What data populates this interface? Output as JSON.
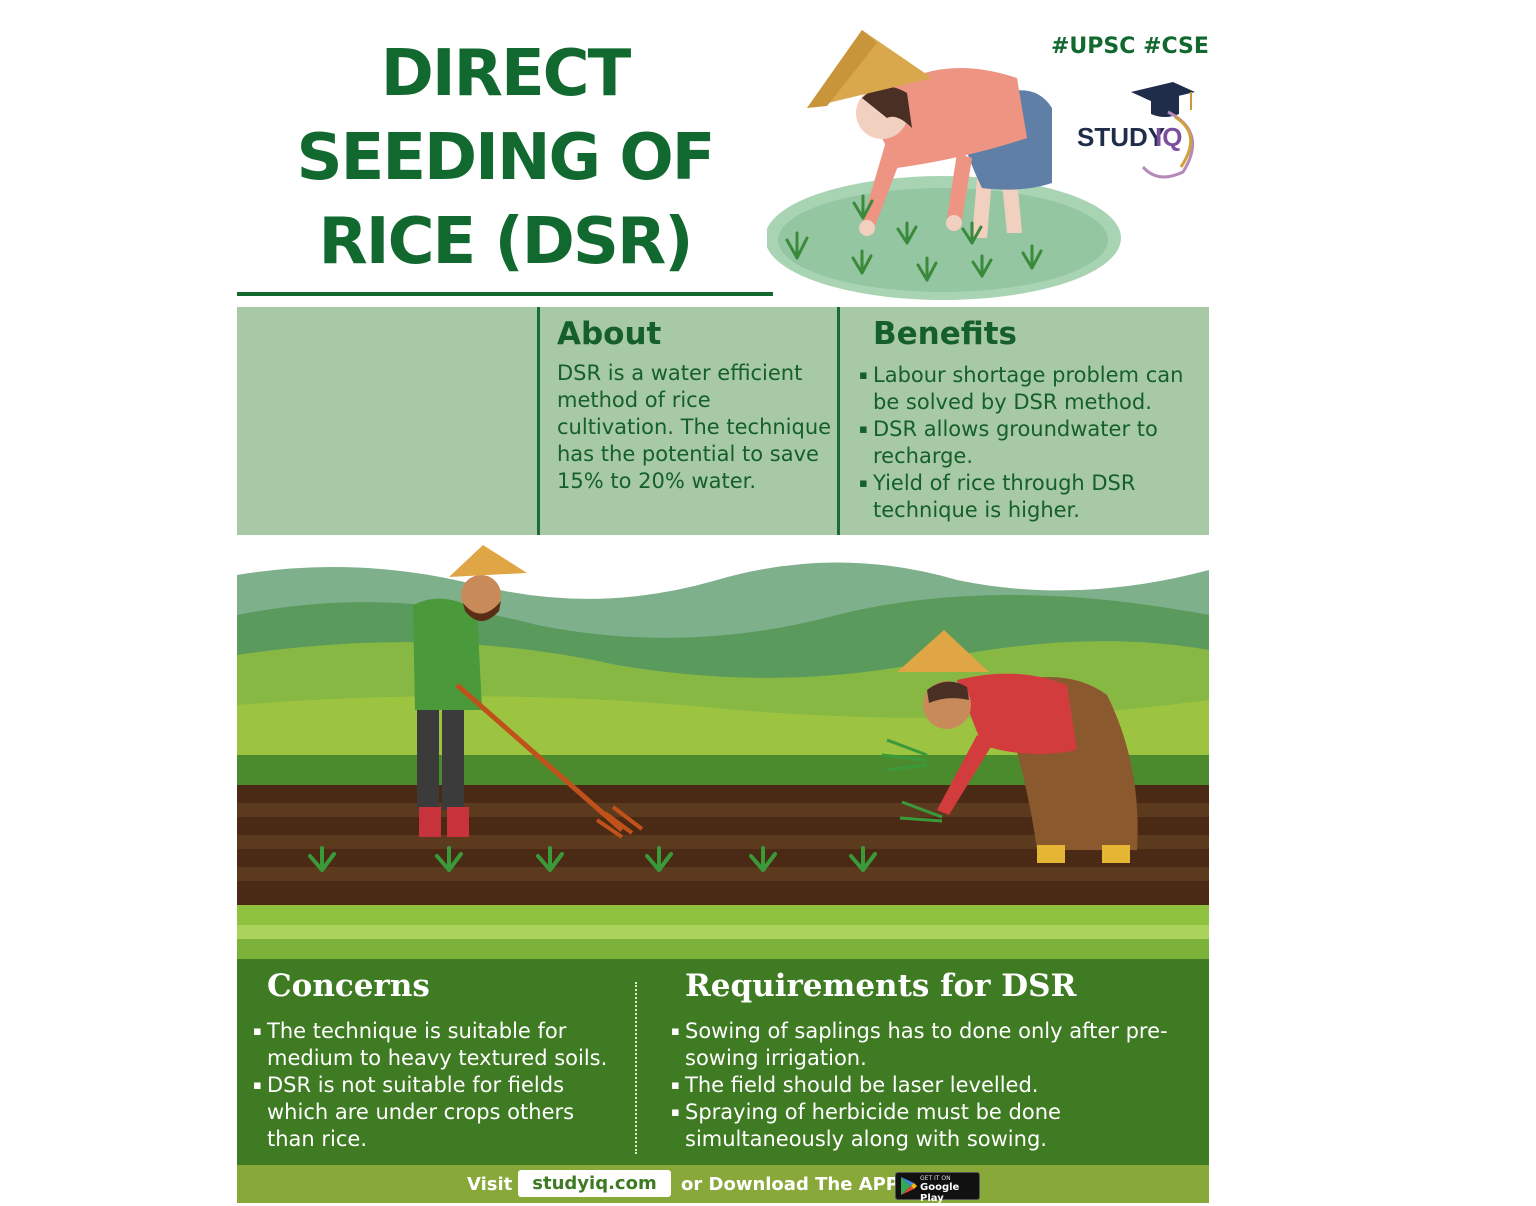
{
  "header": {
    "title_lines": [
      "DIRECT",
      "SEEDING OF",
      "RICE (DSR)"
    ],
    "hashtags": "#UPSC #CSE",
    "logo_text": "STUDY",
    "logo_text_iq": "IQ"
  },
  "about": {
    "heading": "About",
    "body": "DSR is a water efficient method of rice cultivation. The technique has the potential to save 15% to 20% water."
  },
  "benefits": {
    "heading": "Benefits",
    "items": [
      "Labour shortage problem can be solved by DSR method.",
      "DSR allows groundwater to recharge.",
      "Yield of rice through DSR technique is higher."
    ]
  },
  "concerns": {
    "heading": "Concerns",
    "items": [
      "The technique is suitable for medium to heavy textured soils.",
      "DSR is not suitable for fields which are under crops others than rice."
    ]
  },
  "requirements": {
    "heading": "Requirements for DSR",
    "items": [
      "Sowing of saplings has to done only after pre-sowing irrigation.",
      "The field should be laser levelled.",
      "Spraying of herbicide must be done simultaneously along with sowing."
    ]
  },
  "footer": {
    "visit": "Visit",
    "site": "studyiq.com",
    "download": "or Download The APP",
    "store_small": "GET IT ON",
    "store_big": "Google Play"
  },
  "colors": {
    "title_green": "#12692f",
    "band_green": "#a7c9a5",
    "lower_green": "#3f7b22",
    "footer_green": "#88a83a"
  },
  "icons": [
    "graduation-cap-icon",
    "google-play-icon",
    "farmer-illustration",
    "rice-field-illustration"
  ]
}
